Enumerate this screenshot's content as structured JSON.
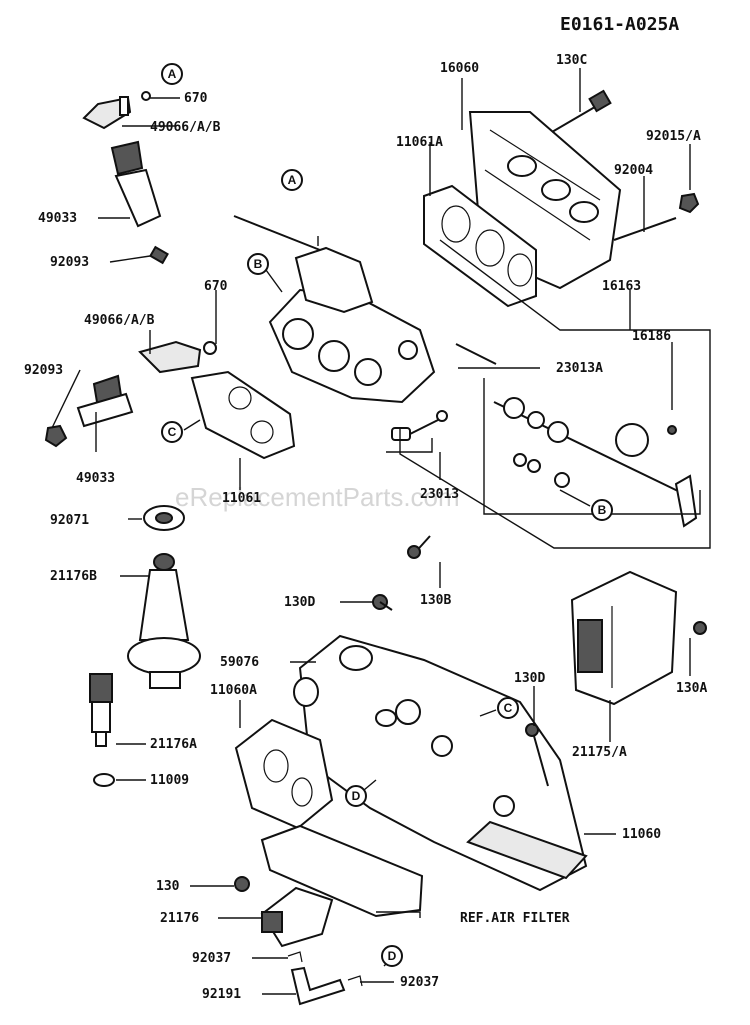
{
  "diagram_code": "E0161-A025A",
  "watermark": "eReplacementParts.com",
  "callouts": {
    "a": "A",
    "b": "B",
    "c": "C",
    "d": "D"
  },
  "parts": {
    "p670_top": "670",
    "p49066_top": "49066/A/B",
    "p49033_top": "49033",
    "p92093_top": "92093",
    "p16060": "16060",
    "p130c": "130C",
    "p11061a": "11061A",
    "p92015": "92015/A",
    "p92004": "92004",
    "p16163": "16163",
    "p670_mid": "670",
    "p49066_mid": "49066/A/B",
    "p92093_left": "92093",
    "p23013a": "23013A",
    "p16186": "16186",
    "p49033_mid": "49033",
    "p23013": "23013",
    "p11061": "11061",
    "p92071": "92071",
    "p21176b": "21176B",
    "p130d_top": "130D",
    "p130b": "130B",
    "p59076": "59076",
    "p11060a": "11060A",
    "p130d_right": "130D",
    "p130a": "130A",
    "p21176a": "21176A",
    "p11009": "11009",
    "p21175": "21175/A",
    "p11060": "11060",
    "p130": "130",
    "ref_air_filter": "REF.AIR FILTER",
    "p21176": "21176",
    "p92037_left": "92037",
    "p92037_right": "92037",
    "p92191": "92191"
  }
}
